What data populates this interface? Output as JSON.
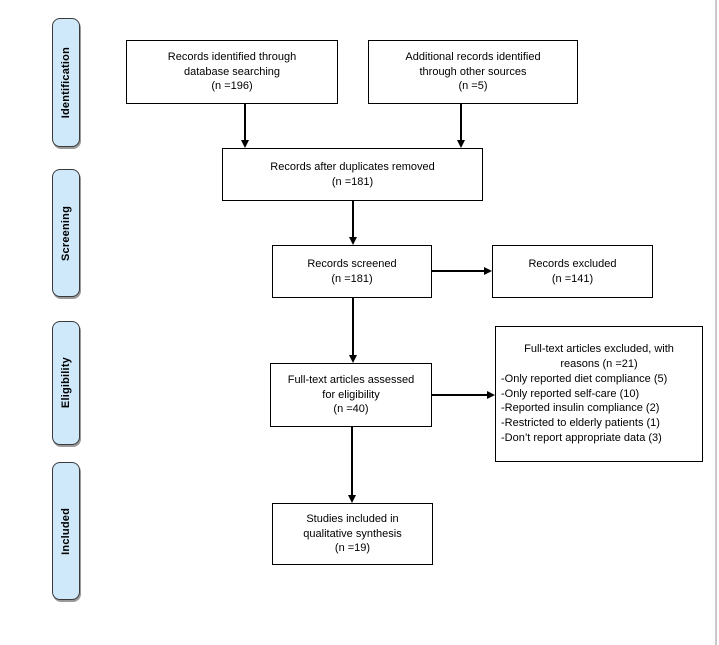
{
  "stages": [
    {
      "label": "Identification"
    },
    {
      "label": "Screening"
    },
    {
      "label": "Eligibility"
    },
    {
      "label": "Included"
    }
  ],
  "boxes": {
    "records_db": {
      "lines": [
        "Records identified through",
        "database searching",
        "(n =196)"
      ]
    },
    "records_other": {
      "lines": [
        "Additional records identified",
        "through other sources",
        "(n =5)"
      ]
    },
    "duplicates_removed": {
      "lines": [
        "Records after duplicates removed",
        "(n =181)"
      ]
    },
    "records_screened": {
      "lines": [
        "Records screened",
        "(n =181)"
      ]
    },
    "records_excluded": {
      "lines": [
        "Records excluded",
        "(n =141)"
      ]
    },
    "fulltext_assessed": {
      "lines": [
        "Full-text articles assessed",
        "for eligibility",
        "(n =40)"
      ]
    },
    "fulltext_excluded": {
      "header": [
        "Full-text articles excluded, with",
        "reasons (n =21)"
      ],
      "reasons": [
        "-Only reported diet compliance (5)",
        "-Only reported self-care (10)",
        "-Reported insulin compliance (2)",
        "-Restricted to elderly patients (1)",
        "-Don’t report appropriate data (3)"
      ]
    },
    "studies_included": {
      "lines": [
        "Studies included in",
        "qualitative synthesis",
        "(n =19)"
      ]
    }
  },
  "colors": {
    "stage_fill": "#cfe9fb",
    "stage_border": "#3a3a3a",
    "stage_shadow": "#9a9a9a",
    "box_border": "#000000",
    "arrow": "#000000",
    "page_edge": "#c9c9c9"
  }
}
